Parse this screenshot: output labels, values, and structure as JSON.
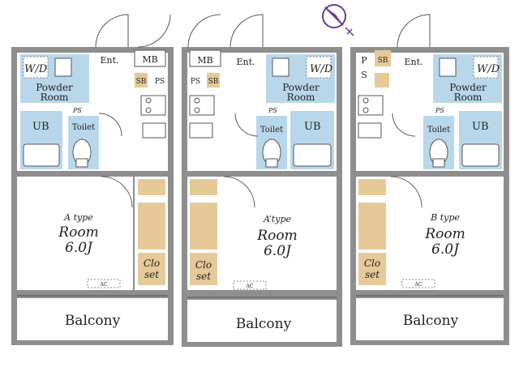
{
  "units": [
    {
      "type_label": "A type",
      "room_label": "Room",
      "room_size": "6.0J",
      "wd": "W/D",
      "powder": [
        "Powder",
        "Room"
      ],
      "ps_small": "PS",
      "ub": "UB",
      "toilet": "Toilet",
      "ent": "Ent.",
      "mb": "MB",
      "sb": "SB",
      "ps": "PS",
      "closet": [
        "Clo",
        "set"
      ],
      "ac": "AC",
      "balcony": "Balcony"
    },
    {
      "type_label": "A’type",
      "room_label": "Room",
      "room_size": "6.0J",
      "wd": "W/D",
      "powder": [
        "Powder",
        "Room"
      ],
      "ps_small": "PS",
      "ub": "UB",
      "toilet": "Toilet",
      "ent": "Ent.",
      "mb": "MB",
      "sb": "SB",
      "ps": "PS",
      "closet": [
        "Clo",
        "set"
      ],
      "ac": "AC",
      "balcony": "Balcony"
    },
    {
      "type_label": "B type",
      "room_label": "Room",
      "room_size": "6.0J",
      "wd": "W/D",
      "powder": [
        "Powder",
        "Room"
      ],
      "ps_small": "PS",
      "ub": "UB",
      "toilet": "Toilet",
      "ent": "Ent.",
      "sb": "SB",
      "ps_v": [
        "P",
        "S"
      ],
      "closet": [
        "Clo",
        "set"
      ],
      "ac": "AC",
      "balcony": "Balcony"
    }
  ],
  "compass": {
    "color": "#6a3d8f",
    "icon": "north-arrow-icon"
  }
}
